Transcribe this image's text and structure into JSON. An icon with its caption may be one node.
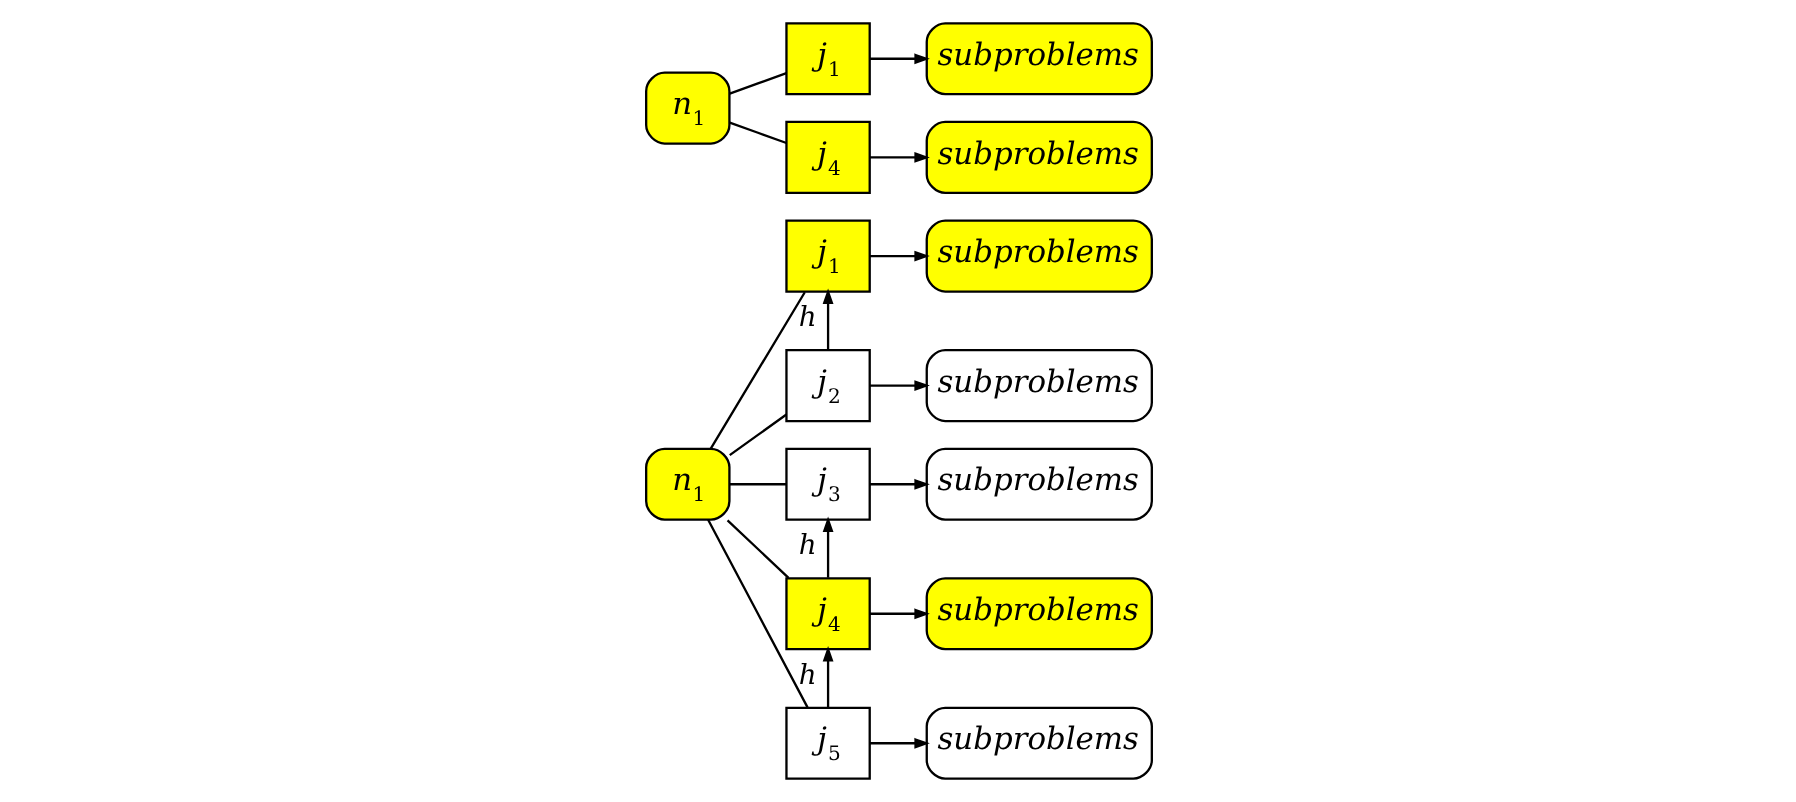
{
  "diagram": {
    "nodes": [
      {
        "text": [
          "n$_{1}$"
        ]
      },
      {
        "text": [
          "j$_{1}$"
        ]
      },
      {
        "text": [
          "j$_{2}$"
        ]
      },
      {
        "text": [
          "j$_{3}$"
        ]
      },
      {
        "text": [
          "j$_{4}$"
        ]
      },
      {
        "text": [
          "j$_{5}$"
        ]
      },
      {
        "text": [
          "subproblems"
        ]
      },
      {
        "text": [
          "subproblems"
        ]
      },
      {
        "text": [
          "subproblems"
        ]
      },
      {
        "text": [
          "subproblems"
        ]
      },
      {
        "text": [
          "subproblems"
        ]
      },
      {
        "text": [
          "n$_{1}$"
        ]
      },
      {
        "text": [
          "j$_{1}$"
        ]
      },
      {
        "text": [
          "j$_{4}$"
        ]
      },
      {
        "text": [
          "subproblems"
        ]
      },
      {
        "text": [
          "subproblems"
        ]
      }
    ],
    "edges": [
      {
        "from": 0,
        "to": 1,
        "arrow": "none"
      },
      {
        "from": 0,
        "to": 2,
        "arrow": "none"
      },
      {
        "from": 0,
        "to": 3,
        "arrow": "none"
      },
      {
        "from": 0,
        "to": 4,
        "arrow": "none"
      },
      {
        "from": 0,
        "to": 5,
        "arrow": "none"
      },
      {
        "from": 1,
        "to": 6,
        "arrow": "to"
      },
      {
        "from": 2,
        "to": 1,
        "arrow": "to",
        "label": "h"
      },
      {
        "from": 2,
        "to": 7,
        "arrow": "to"
      },
      {
        "from": 3,
        "to": 8,
        "arrow": "to"
      },
      {
        "from": 4,
        "to": 3,
        "arrow": "to",
        "label": "h"
      },
      {
        "from": 4,
        "to": 9,
        "arrow": "to"
      },
      {
        "from": 5,
        "to": 4,
        "arrow": "to",
        "label": "h"
      },
      {
        "from": 5,
        "to": 10,
        "arrow": "to"
      },
      {
        "from": 11,
        "to": 12,
        "arrow": "none"
      },
      {
        "from": 11,
        "to": 13,
        "arrow": "none"
      },
      {
        "from": 12,
        "to": 14,
        "arrow": "to"
      },
      {
        "from": 13,
        "to": 15,
        "arrow": "to"
      }
    ]
  }
}
